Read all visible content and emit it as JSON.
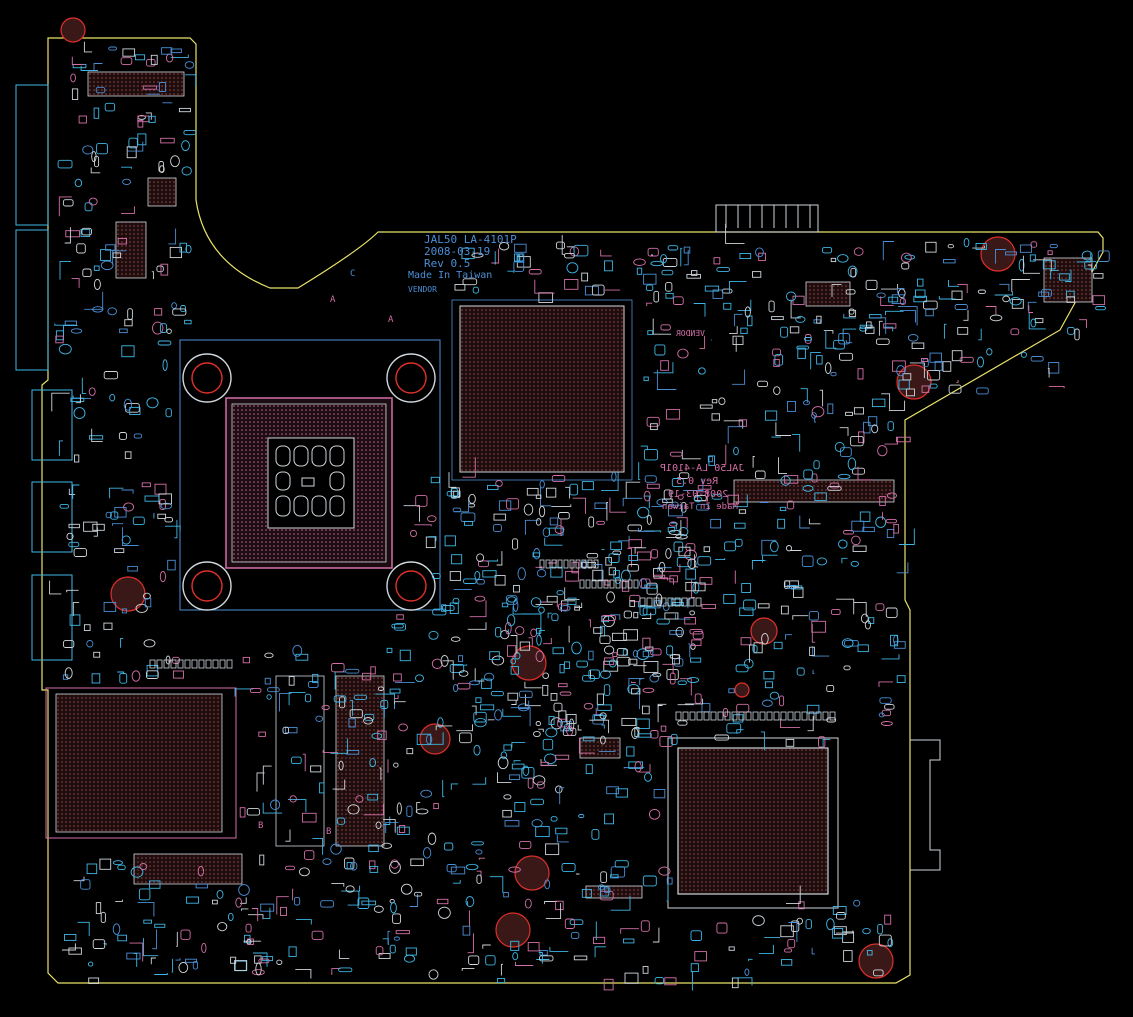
{
  "colors": {
    "background": "#000000",
    "outline": "#e8e26a",
    "trace_cyan": "#3fb7e6",
    "trace_blue": "#4a8fd6",
    "trace_white": "#cfd6dc",
    "pink": "#d46fa8",
    "red": "#e0302a",
    "dark_fill": "#3a1818"
  },
  "silkscreen": {
    "top_board_id": "JAL50 LA-4101P",
    "top_date": "2008-03-19",
    "top_rev": "Rev 0.5",
    "top_made": "Made In Taiwan",
    "top_vendor": "VENDOR",
    "mid_board_id": "JAL50 LA-4101P",
    "mid_rev": "Rev 0.5",
    "mid_date": "2008-03-19",
    "mid_made": "Made In Taiwan",
    "vendor2": "VENDOR"
  },
  "ref_letters": [
    "A",
    "A",
    "C",
    "B",
    "B"
  ]
}
